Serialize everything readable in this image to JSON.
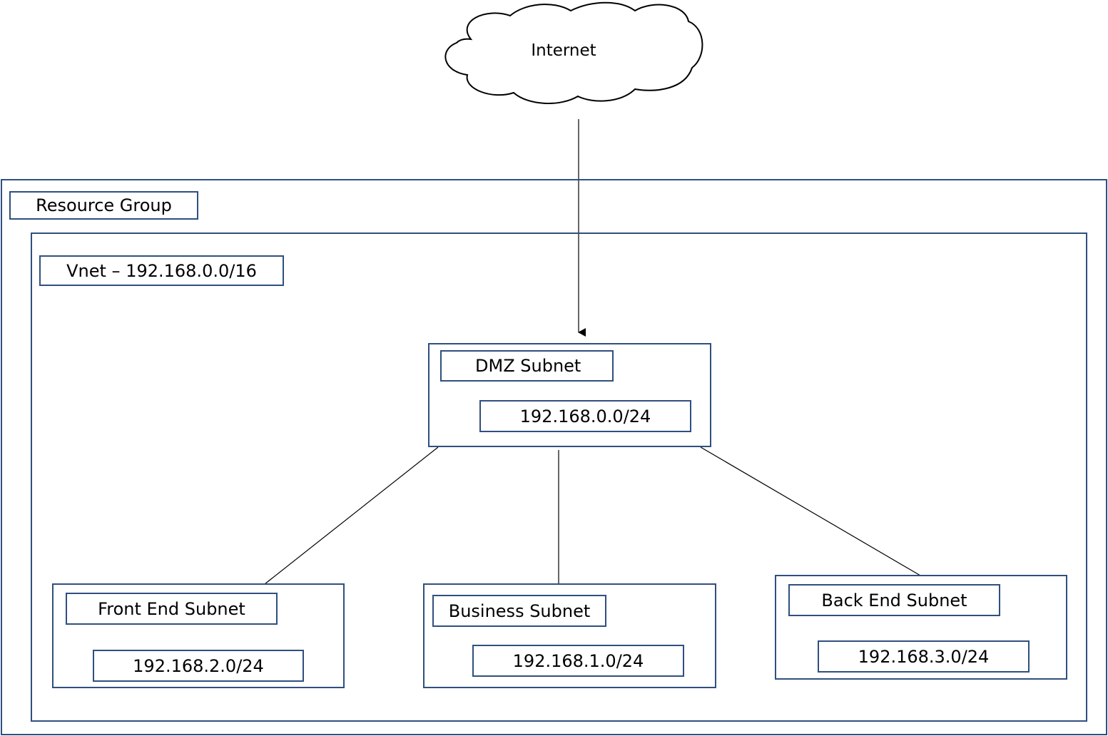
{
  "internet": {
    "label": "Internet"
  },
  "resource_group": {
    "label": "Resource Group"
  },
  "vnet": {
    "label": "Vnet – 192.168.0.0/16"
  },
  "dmz_subnet": {
    "label": "DMZ Subnet",
    "cidr": "192.168.0.0/24"
  },
  "front_end_subnet": {
    "label": "Front End Subnet",
    "cidr": "192.168.2.0/24"
  },
  "business_subnet": {
    "label": "Business Subnet",
    "cidr": "192.168.1.0/24"
  },
  "back_end_subnet": {
    "label": "Back End Subnet",
    "cidr": "192.168.3.0/24"
  },
  "colors": {
    "border": "#2f4f7f",
    "line": "#000000",
    "background": "#ffffff"
  }
}
